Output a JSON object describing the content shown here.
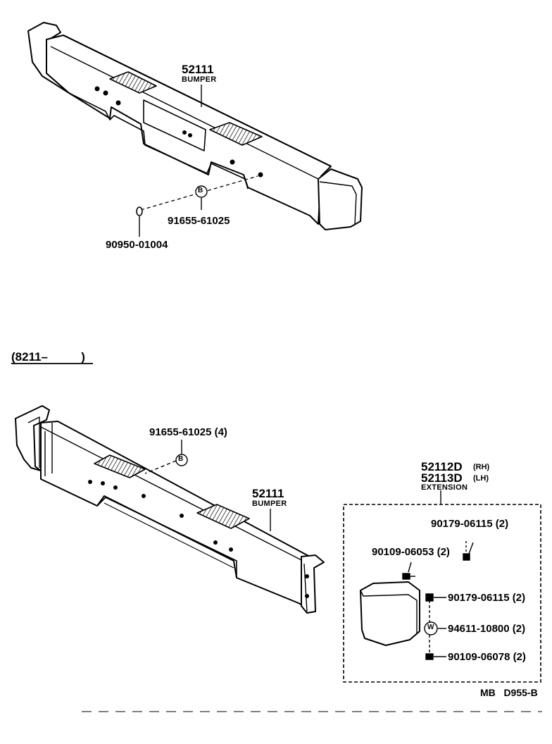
{
  "upper": {
    "bumper_part": "52111",
    "bumper_word": "BUMPER",
    "bolt_symbol": "B",
    "bolt_part": "91655-61025",
    "plug_part": "90950-01004"
  },
  "section": {
    "date_range": "(8211–          )"
  },
  "lower": {
    "bolt_part": "91655-61025 (4)",
    "bolt_symbol": "B",
    "bumper_part": "52111",
    "bumper_word": "BUMPER",
    "ext_rh": "52112D",
    "ext_rh_side": "(RH)",
    "ext_lh": "52113D",
    "ext_lh_side": "(LH)",
    "ext_word": "EXTENSION",
    "p1": "90179-06115 (2)",
    "p2": "90109-06053 (2)",
    "p3": "90179-06115 (2)",
    "washer_symbol": "W",
    "p4": "94611-10800 (2)",
    "p5": "90109-06078 (2)"
  },
  "footer": {
    "code": "MB   D955-B"
  }
}
